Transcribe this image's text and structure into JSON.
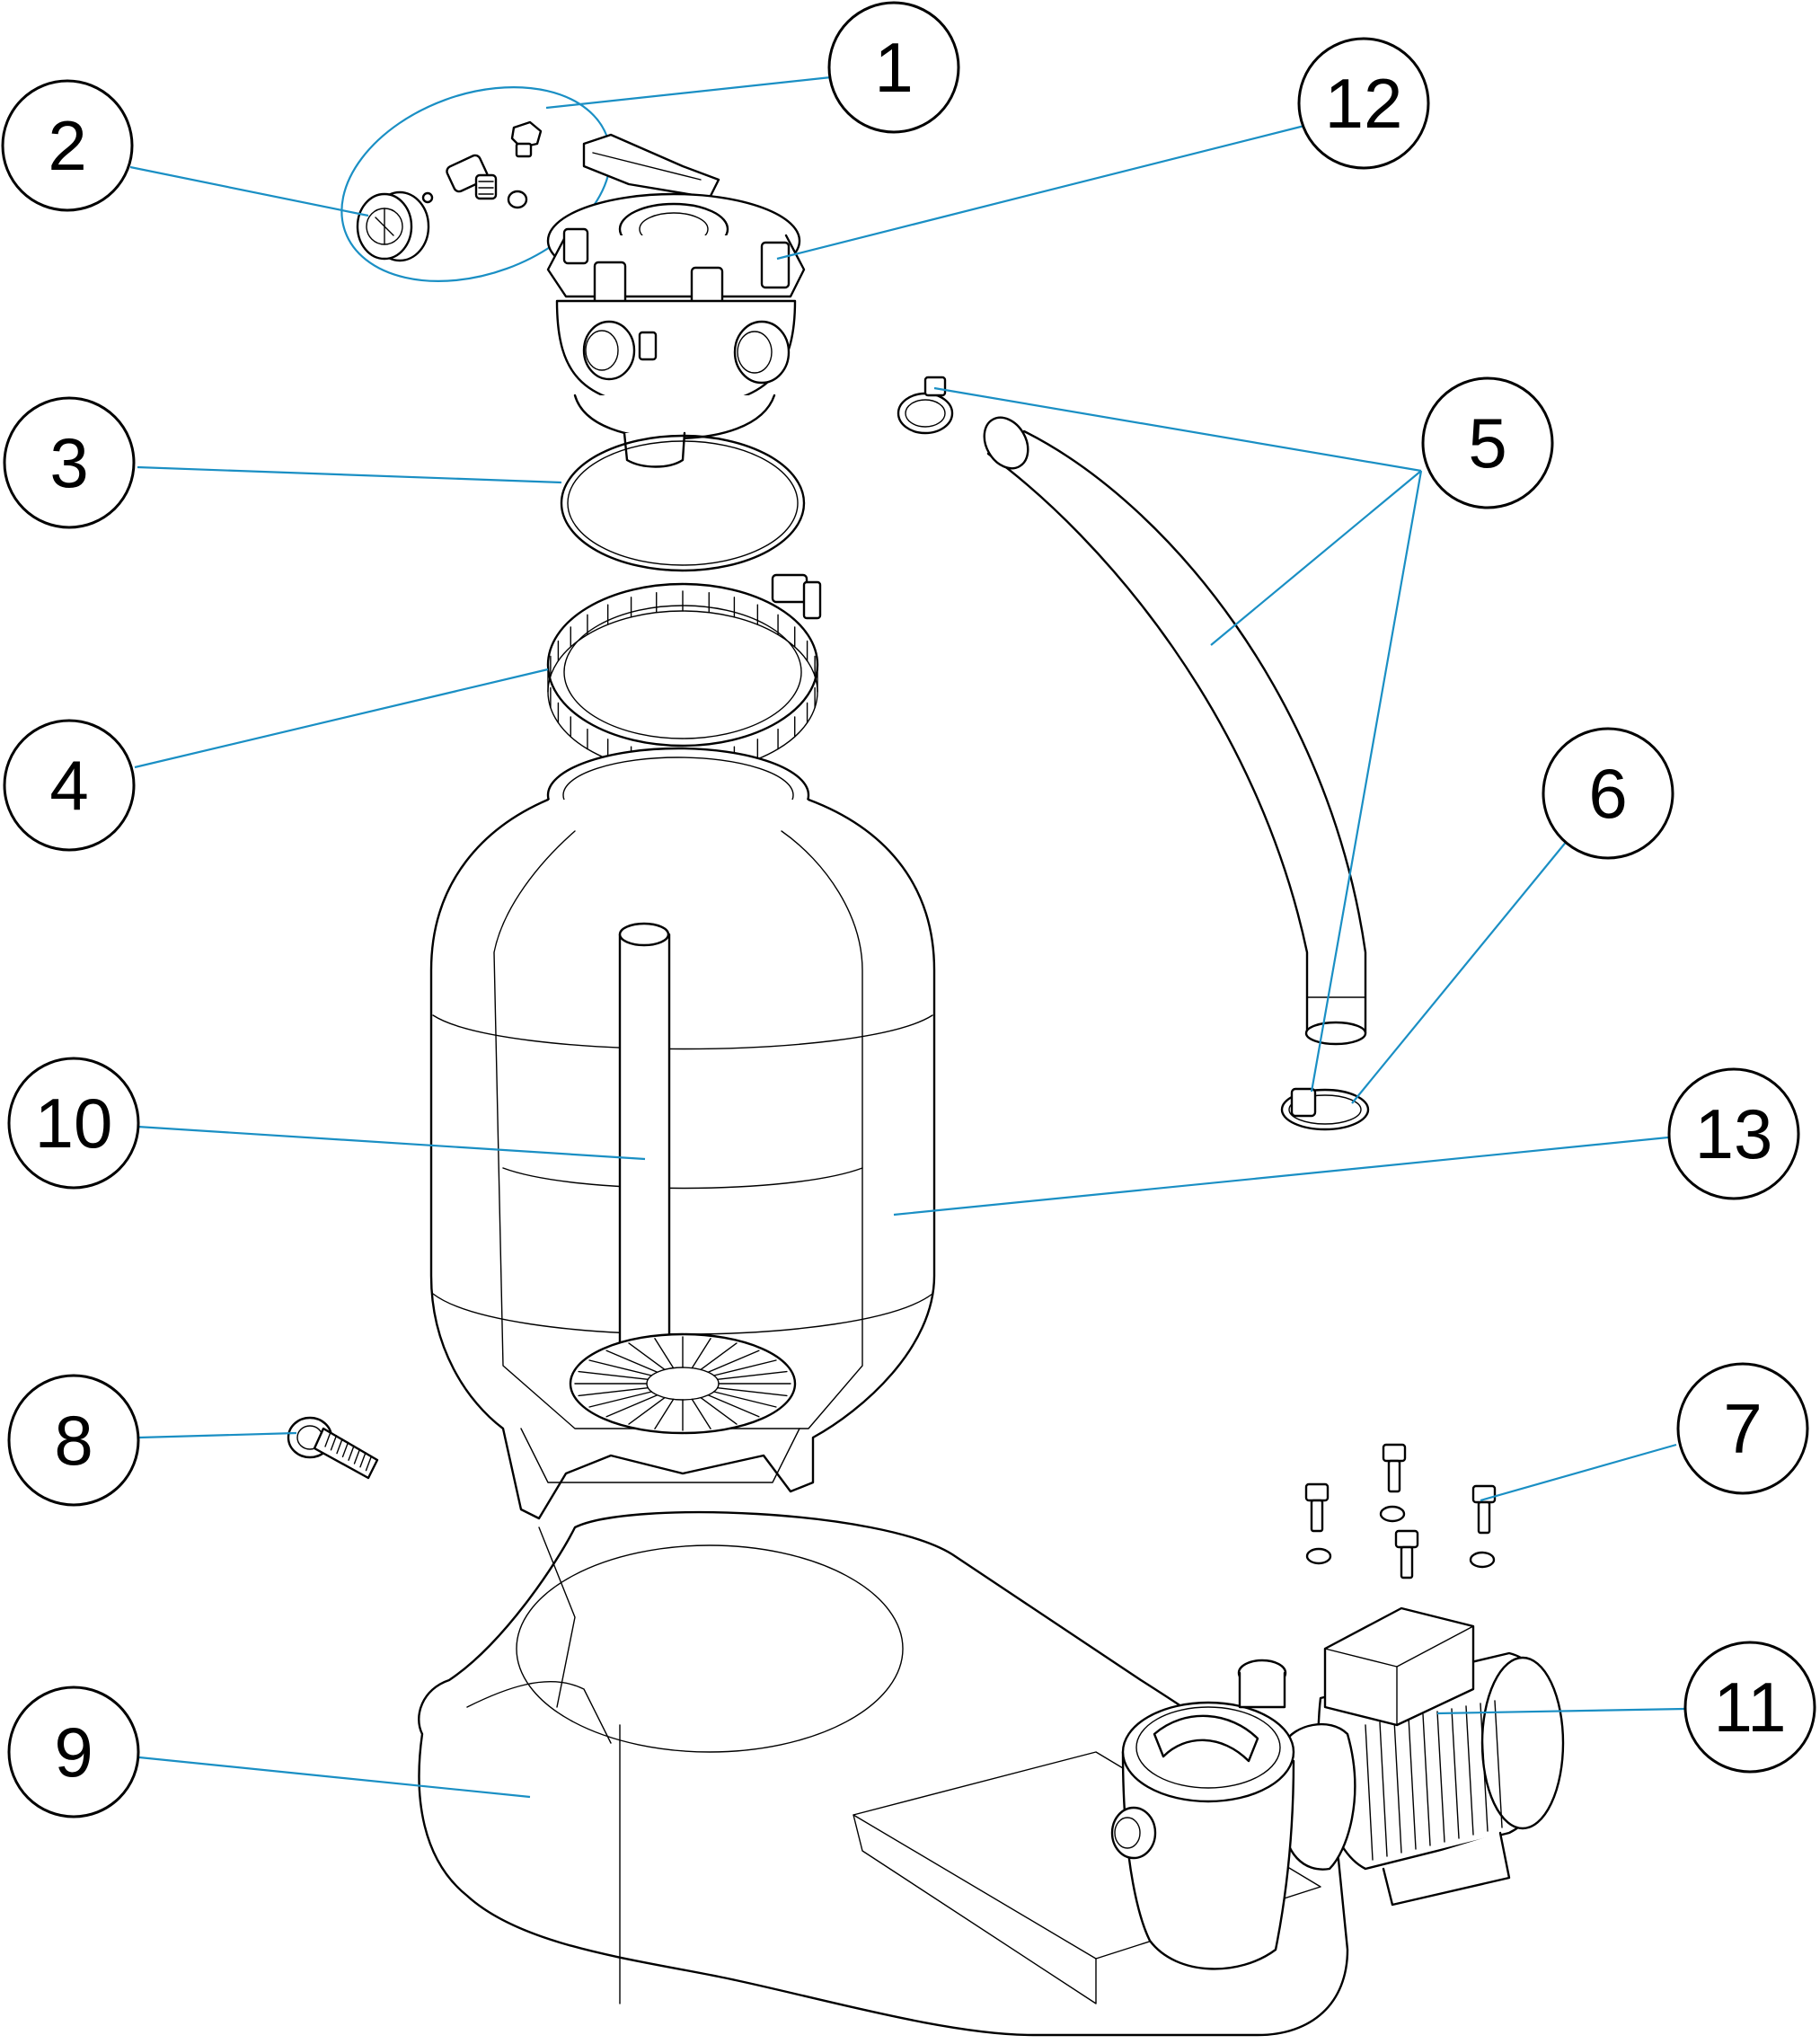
{
  "callouts": [
    {
      "id": "1",
      "label": "1"
    },
    {
      "id": "2",
      "label": "2"
    },
    {
      "id": "3",
      "label": "3"
    },
    {
      "id": "4",
      "label": "4"
    },
    {
      "id": "5",
      "label": "5"
    },
    {
      "id": "6",
      "label": "6"
    },
    {
      "id": "7",
      "label": "7"
    },
    {
      "id": "8",
      "label": "8"
    },
    {
      "id": "9",
      "label": "9"
    },
    {
      "id": "10",
      "label": "10"
    },
    {
      "id": "11",
      "label": "11"
    },
    {
      "id": "12",
      "label": "12"
    },
    {
      "id": "13",
      "label": "13"
    }
  ],
  "colors": {
    "leader_line": "#1a8fc4",
    "outline": "#000000",
    "background": "#ffffff"
  }
}
